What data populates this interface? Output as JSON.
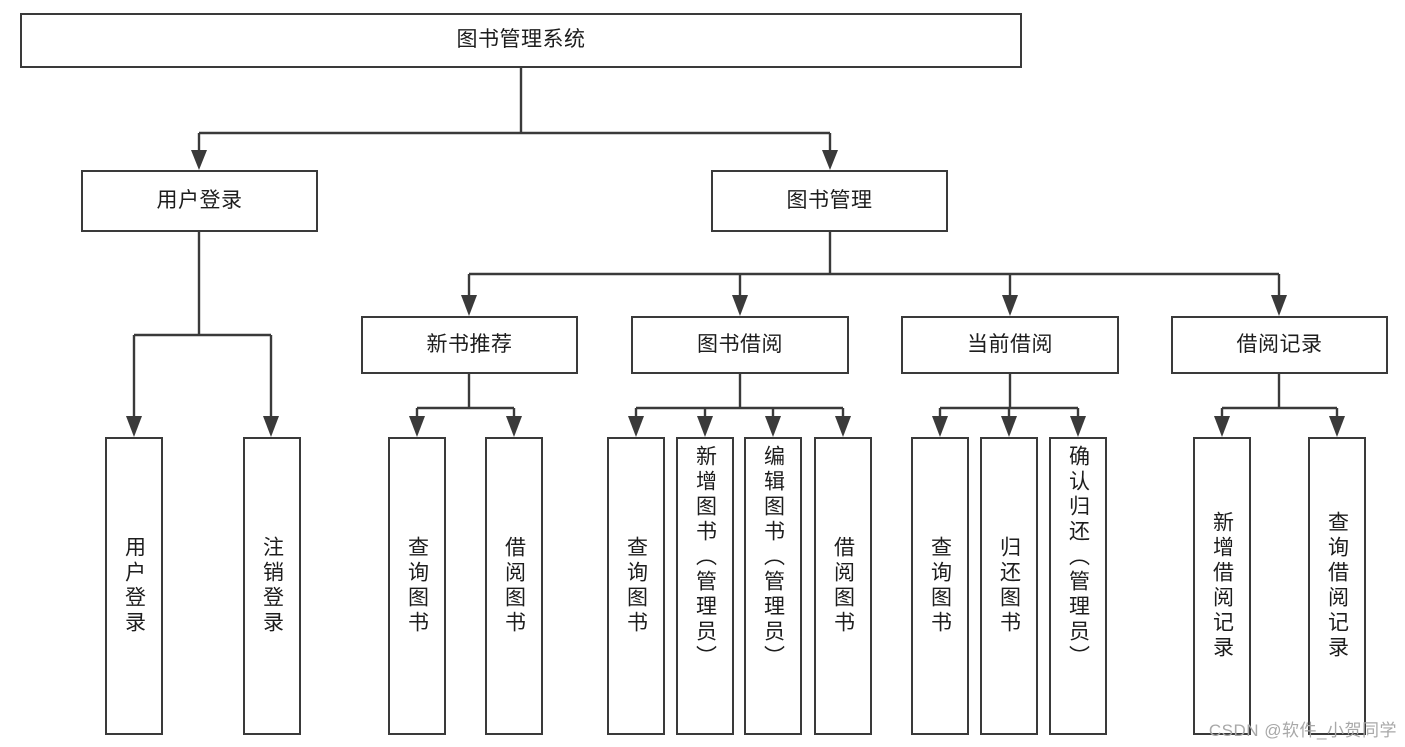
{
  "diagram": {
    "type": "hierarchy-tree",
    "title": "图书管理系统",
    "root": {
      "label": "图书管理系统"
    },
    "level2": [
      {
        "label": "用户登录"
      },
      {
        "label": "图书管理"
      }
    ],
    "level3": [
      {
        "label": "新书推荐"
      },
      {
        "label": "图书借阅"
      },
      {
        "label": "当前借阅"
      },
      {
        "label": "借阅记录"
      }
    ],
    "leaves": {
      "user_login": [
        {
          "label": "用户登录"
        },
        {
          "label": "注销登录"
        }
      ],
      "new_book_recommend": [
        {
          "label": "查询图书"
        },
        {
          "label": "借阅图书"
        }
      ],
      "book_borrow": [
        {
          "label": "查询图书"
        },
        {
          "label": "新增图书（管理员）"
        },
        {
          "label": "编辑图书（管理员）"
        },
        {
          "label": "借阅图书"
        }
      ],
      "current_borrow": [
        {
          "label": "查询图书"
        },
        {
          "label": "归还图书"
        },
        {
          "label": "确认归还（管理员）"
        }
      ],
      "borrow_record": [
        {
          "label": "新增借阅记录"
        },
        {
          "label": "查询借阅记录"
        }
      ]
    }
  },
  "watermark": {
    "text": "CSDN @软件_小贺同学"
  },
  "colors": {
    "stroke": "#3a3a3a",
    "text": "#1d1d1d",
    "background": "#ffffff",
    "watermark": "#a8a8a8"
  }
}
